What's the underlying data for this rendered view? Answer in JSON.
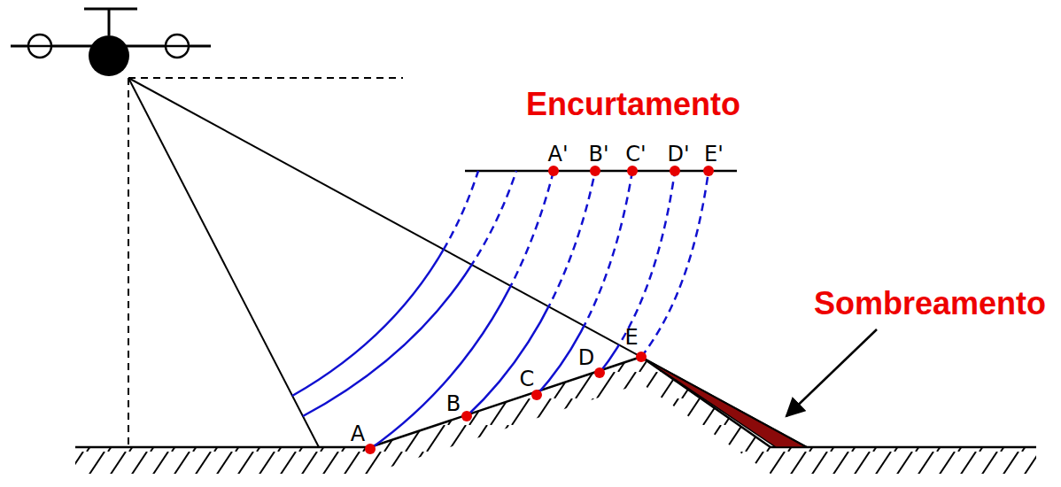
{
  "diagram": {
    "labels": [
      "Encurtamento",
      "A'",
      "B'",
      "C'",
      "D'",
      "E'",
      "Sombreamento",
      "E",
      "D",
      "C",
      "B",
      "A"
    ]
  }
}
